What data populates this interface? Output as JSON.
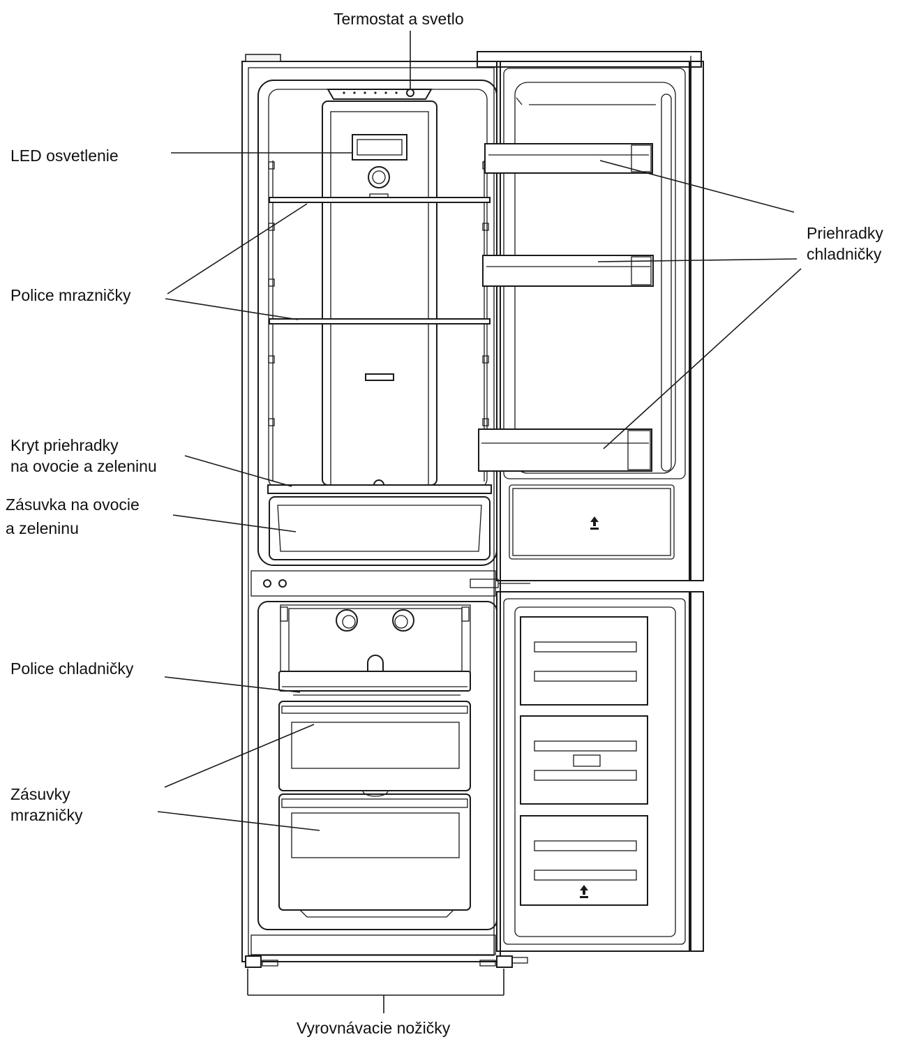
{
  "labels": {
    "thermostat": "Termostat a svetlo",
    "led": "LED osvetlenie",
    "fridge_shelves": "Police mrazničky",
    "crisper_cover": [
      "Kryt priehradky",
      "na ovocie a zeleninu"
    ],
    "crisper_drawer": [
      "Zásuvka na ovocie",
      "a zeleninu"
    ],
    "freezer_shelf": "Police chladničky",
    "freezer_drawers": [
      "Zásuvky",
      "mrazničky"
    ],
    "door_bins": [
      "Priehradky",
      "chladničky"
    ],
    "feet": "Vyrovnávacie nožičky"
  }
}
